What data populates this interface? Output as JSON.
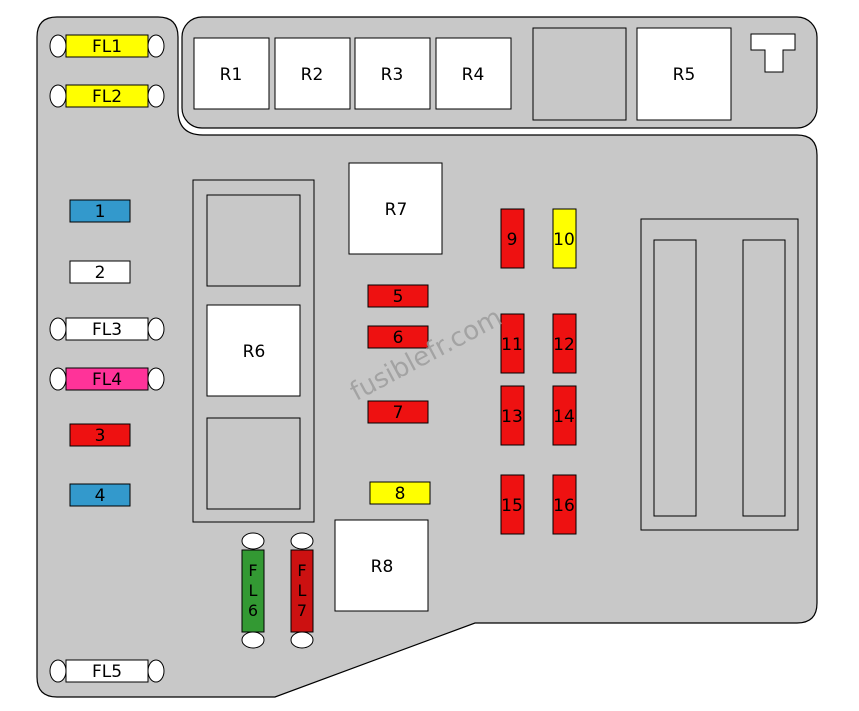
{
  "colors": {
    "housing": "#c8c8c8",
    "outline": "#000000",
    "relay": "#ffffff",
    "red": "#ee1111",
    "dark_red": "#cc1111",
    "yellow": "#ffff00",
    "blue": "#3399cc",
    "white": "#ffffff",
    "pink": "#ff3399",
    "green": "#339933"
  },
  "watermark": "fusiblefr.com",
  "relays": {
    "r1": "R1",
    "r2": "R2",
    "r3": "R3",
    "r4": "R4",
    "r5": "R5",
    "r6": "R6",
    "r7": "R7",
    "r8": "R8"
  },
  "fusible_links": {
    "fl1": "FL1",
    "fl2": "FL2",
    "fl3": "FL3",
    "fl4": "FL4",
    "fl5": "FL5",
    "fl6": [
      "F",
      "L",
      "6"
    ],
    "fl7": [
      "F",
      "L",
      "7"
    ]
  },
  "fuses": {
    "f1": "1",
    "f2": "2",
    "f3": "3",
    "f4": "4",
    "f5": "5",
    "f6": "6",
    "f7": "7",
    "f8": "8",
    "f9": "9",
    "f10": "10",
    "f11": "11",
    "f12": "12",
    "f13": "13",
    "f14": "14",
    "f15": "15",
    "f16": "16"
  }
}
